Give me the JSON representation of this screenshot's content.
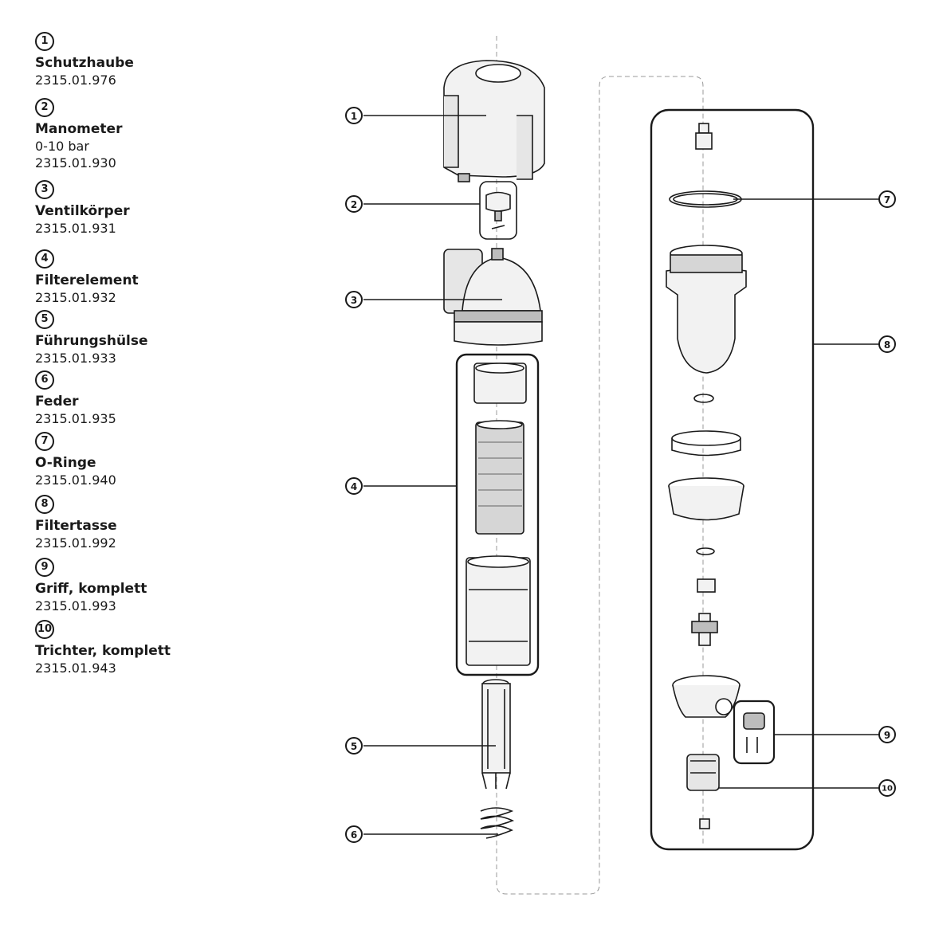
{
  "parts": [
    {
      "num": "1",
      "name": "Schutzhaube",
      "detail": "2315.01.976"
    },
    {
      "num": "2",
      "name": "Manometer",
      "detail": "0-10 bar",
      "detail2": "2315.01.930"
    },
    {
      "num": "3",
      "name": "Ventilkörper",
      "detail": "2315.01.931"
    },
    {
      "num": "4",
      "name": "Filterelement",
      "detail": "2315.01.932"
    },
    {
      "num": "5",
      "name": "Führungshülse",
      "detail": "2315.01.933"
    },
    {
      "num": "6",
      "name": "Feder",
      "detail": "2315.01.935"
    },
    {
      "num": "7",
      "name": "O-Ringe",
      "detail": "2315.01.940"
    },
    {
      "num": "8",
      "name": "Filtertasse",
      "detail": "2315.01.992"
    },
    {
      "num": "9",
      "name": "Griff, komplett",
      "detail": "2315.01.993"
    },
    {
      "num": "10",
      "name": "Trichter, komplett",
      "detail": "2315.01.943"
    }
  ],
  "colors": {
    "line": "#1a1a1a",
    "fill": "#f2f2f2",
    "dark": "#bdbdbd",
    "dash": "#999999"
  }
}
